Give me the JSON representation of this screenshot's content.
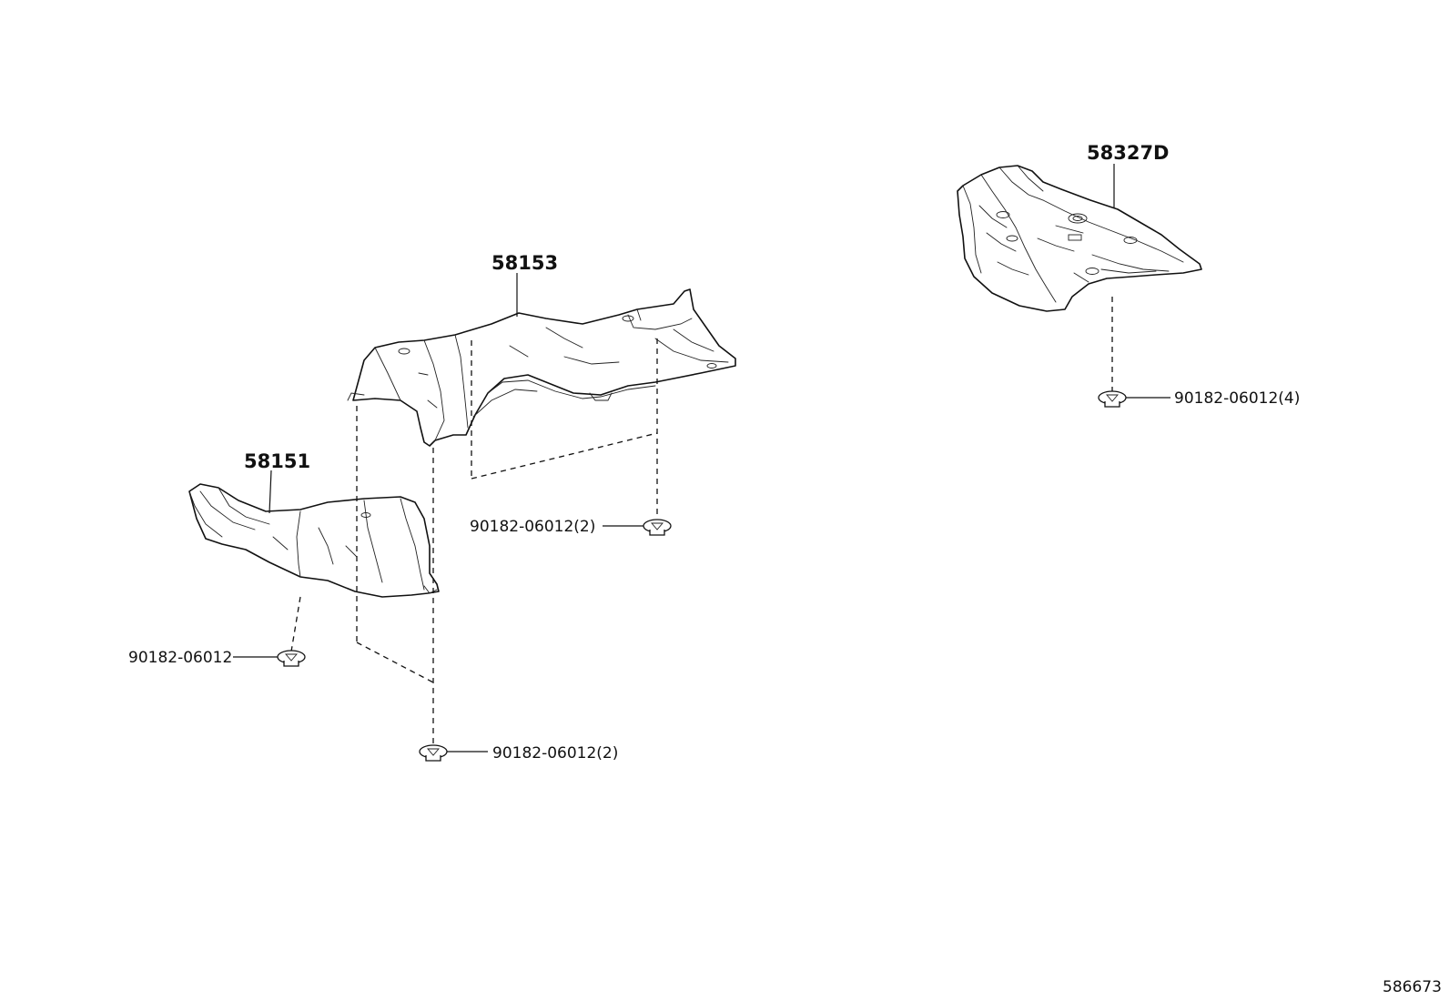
{
  "parts": {
    "p58153": {
      "label": "58153"
    },
    "p58151": {
      "label": "58151"
    },
    "p58327d": {
      "label": "58327D"
    }
  },
  "fasteners": {
    "f1": {
      "label": "90182-06012(2)"
    },
    "f2": {
      "label": "90182-06012"
    },
    "f3": {
      "label": "90182-06012(2)"
    },
    "f4": {
      "label": "90182-06012(4)"
    }
  },
  "figure_number": "586673"
}
